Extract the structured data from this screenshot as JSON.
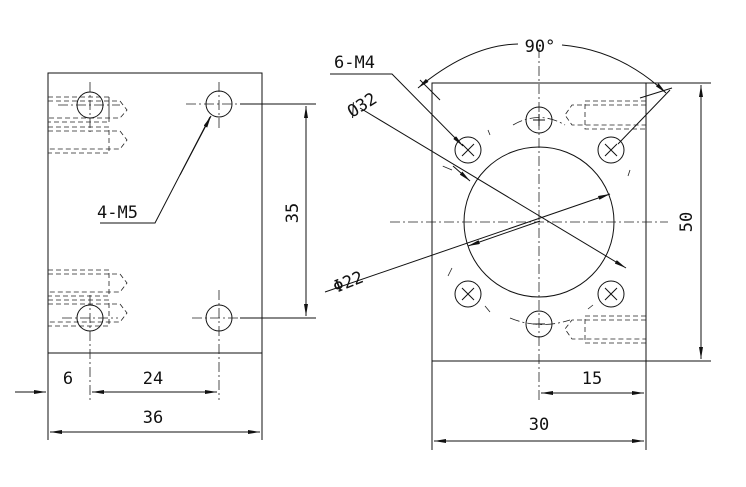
{
  "left_view": {
    "hole_callout": "4-M5",
    "dims": {
      "vertical_spacing": "35",
      "edge_offset": "6",
      "hole_spacing": "24",
      "width": "36"
    }
  },
  "right_view": {
    "hole_callout": "6-M4",
    "angle": "90°",
    "bolt_circle": "Ø32",
    "bore": "Φ22",
    "dims": {
      "height": "50",
      "half_width": "15",
      "width": "30"
    }
  }
}
